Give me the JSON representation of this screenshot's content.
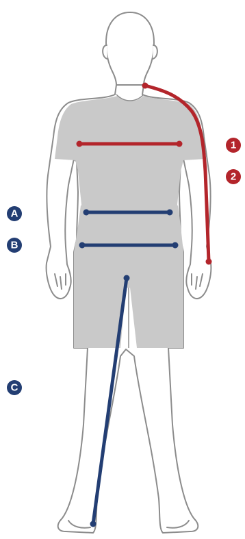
{
  "colors": {
    "background": "#ffffff",
    "body_outline": "#8c8c8c",
    "garment_fill": "#c9c9c9",
    "upper_measure": "#b3252b",
    "lower_measure": "#233e73",
    "badge_text": "#ffffff"
  },
  "markers": {
    "upper": [
      {
        "label": "1",
        "color_key": "upper_measure"
      },
      {
        "label": "2",
        "color_key": "upper_measure"
      }
    ],
    "lower": [
      {
        "label": "A",
        "color_key": "lower_measure"
      },
      {
        "label": "B",
        "color_key": "lower_measure"
      },
      {
        "label": "C",
        "color_key": "lower_measure"
      }
    ]
  },
  "icons": {
    "figure": "human-body-silhouette-icon"
  }
}
